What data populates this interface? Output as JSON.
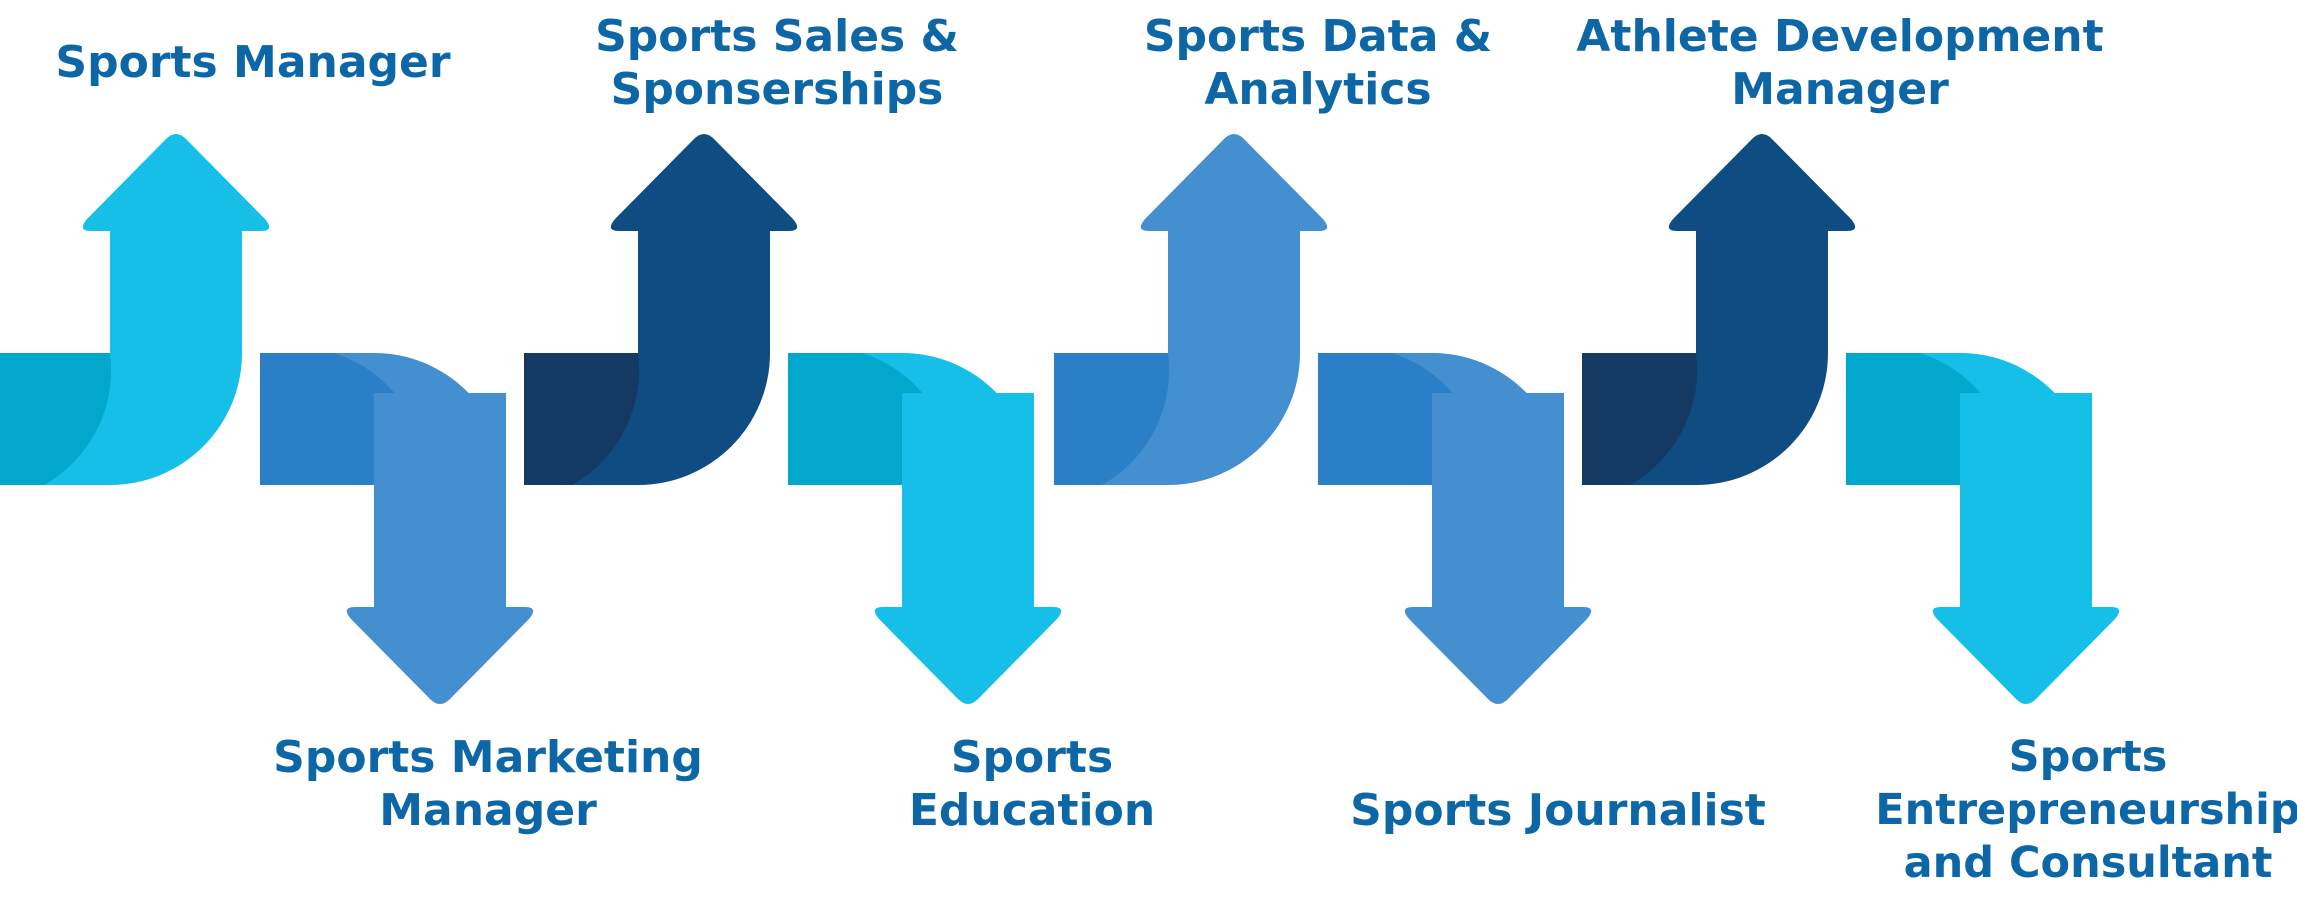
{
  "colors": {
    "text": "#0d67a7",
    "dark_navy": "#0f4c81",
    "navy_shadow": "#143a64",
    "cyan": "#16bfe8",
    "cyan_shadow": "#02a7cc",
    "mid_blue": "#438fcf",
    "band_blue": "#2a7fc6",
    "white": "#ffffff"
  },
  "steps": [
    {
      "label": [
        "Sports Manager"
      ],
      "direction": "up",
      "color": "cyan",
      "icon": "arrow-up-icon"
    },
    {
      "label": [
        "Sports Marketing",
        "Manager"
      ],
      "direction": "down",
      "color": "mid_blue",
      "icon": "arrow-down-icon"
    },
    {
      "label": [
        "Sports Sales &",
        "Sponserships"
      ],
      "direction": "up",
      "color": "dark_navy",
      "icon": "arrow-up-icon"
    },
    {
      "label": [
        "Sports",
        "Education"
      ],
      "direction": "down",
      "color": "cyan",
      "icon": "arrow-down-icon"
    },
    {
      "label": [
        "Sports Data &",
        "Analytics"
      ],
      "direction": "up",
      "color": "mid_blue",
      "icon": "arrow-up-icon"
    },
    {
      "label": [
        "Sports Journalist"
      ],
      "direction": "down",
      "color": "mid_blue",
      "icon": "arrow-down-icon"
    },
    {
      "label": [
        "Athlete Development",
        "Manager"
      ],
      "direction": "up",
      "color": "dark_navy",
      "icon": "arrow-up-icon"
    },
    {
      "label": [
        "Sports",
        "Entrepreneurship",
        "and Consultant"
      ],
      "direction": "down",
      "color": "cyan",
      "icon": "arrow-down-icon"
    }
  ]
}
